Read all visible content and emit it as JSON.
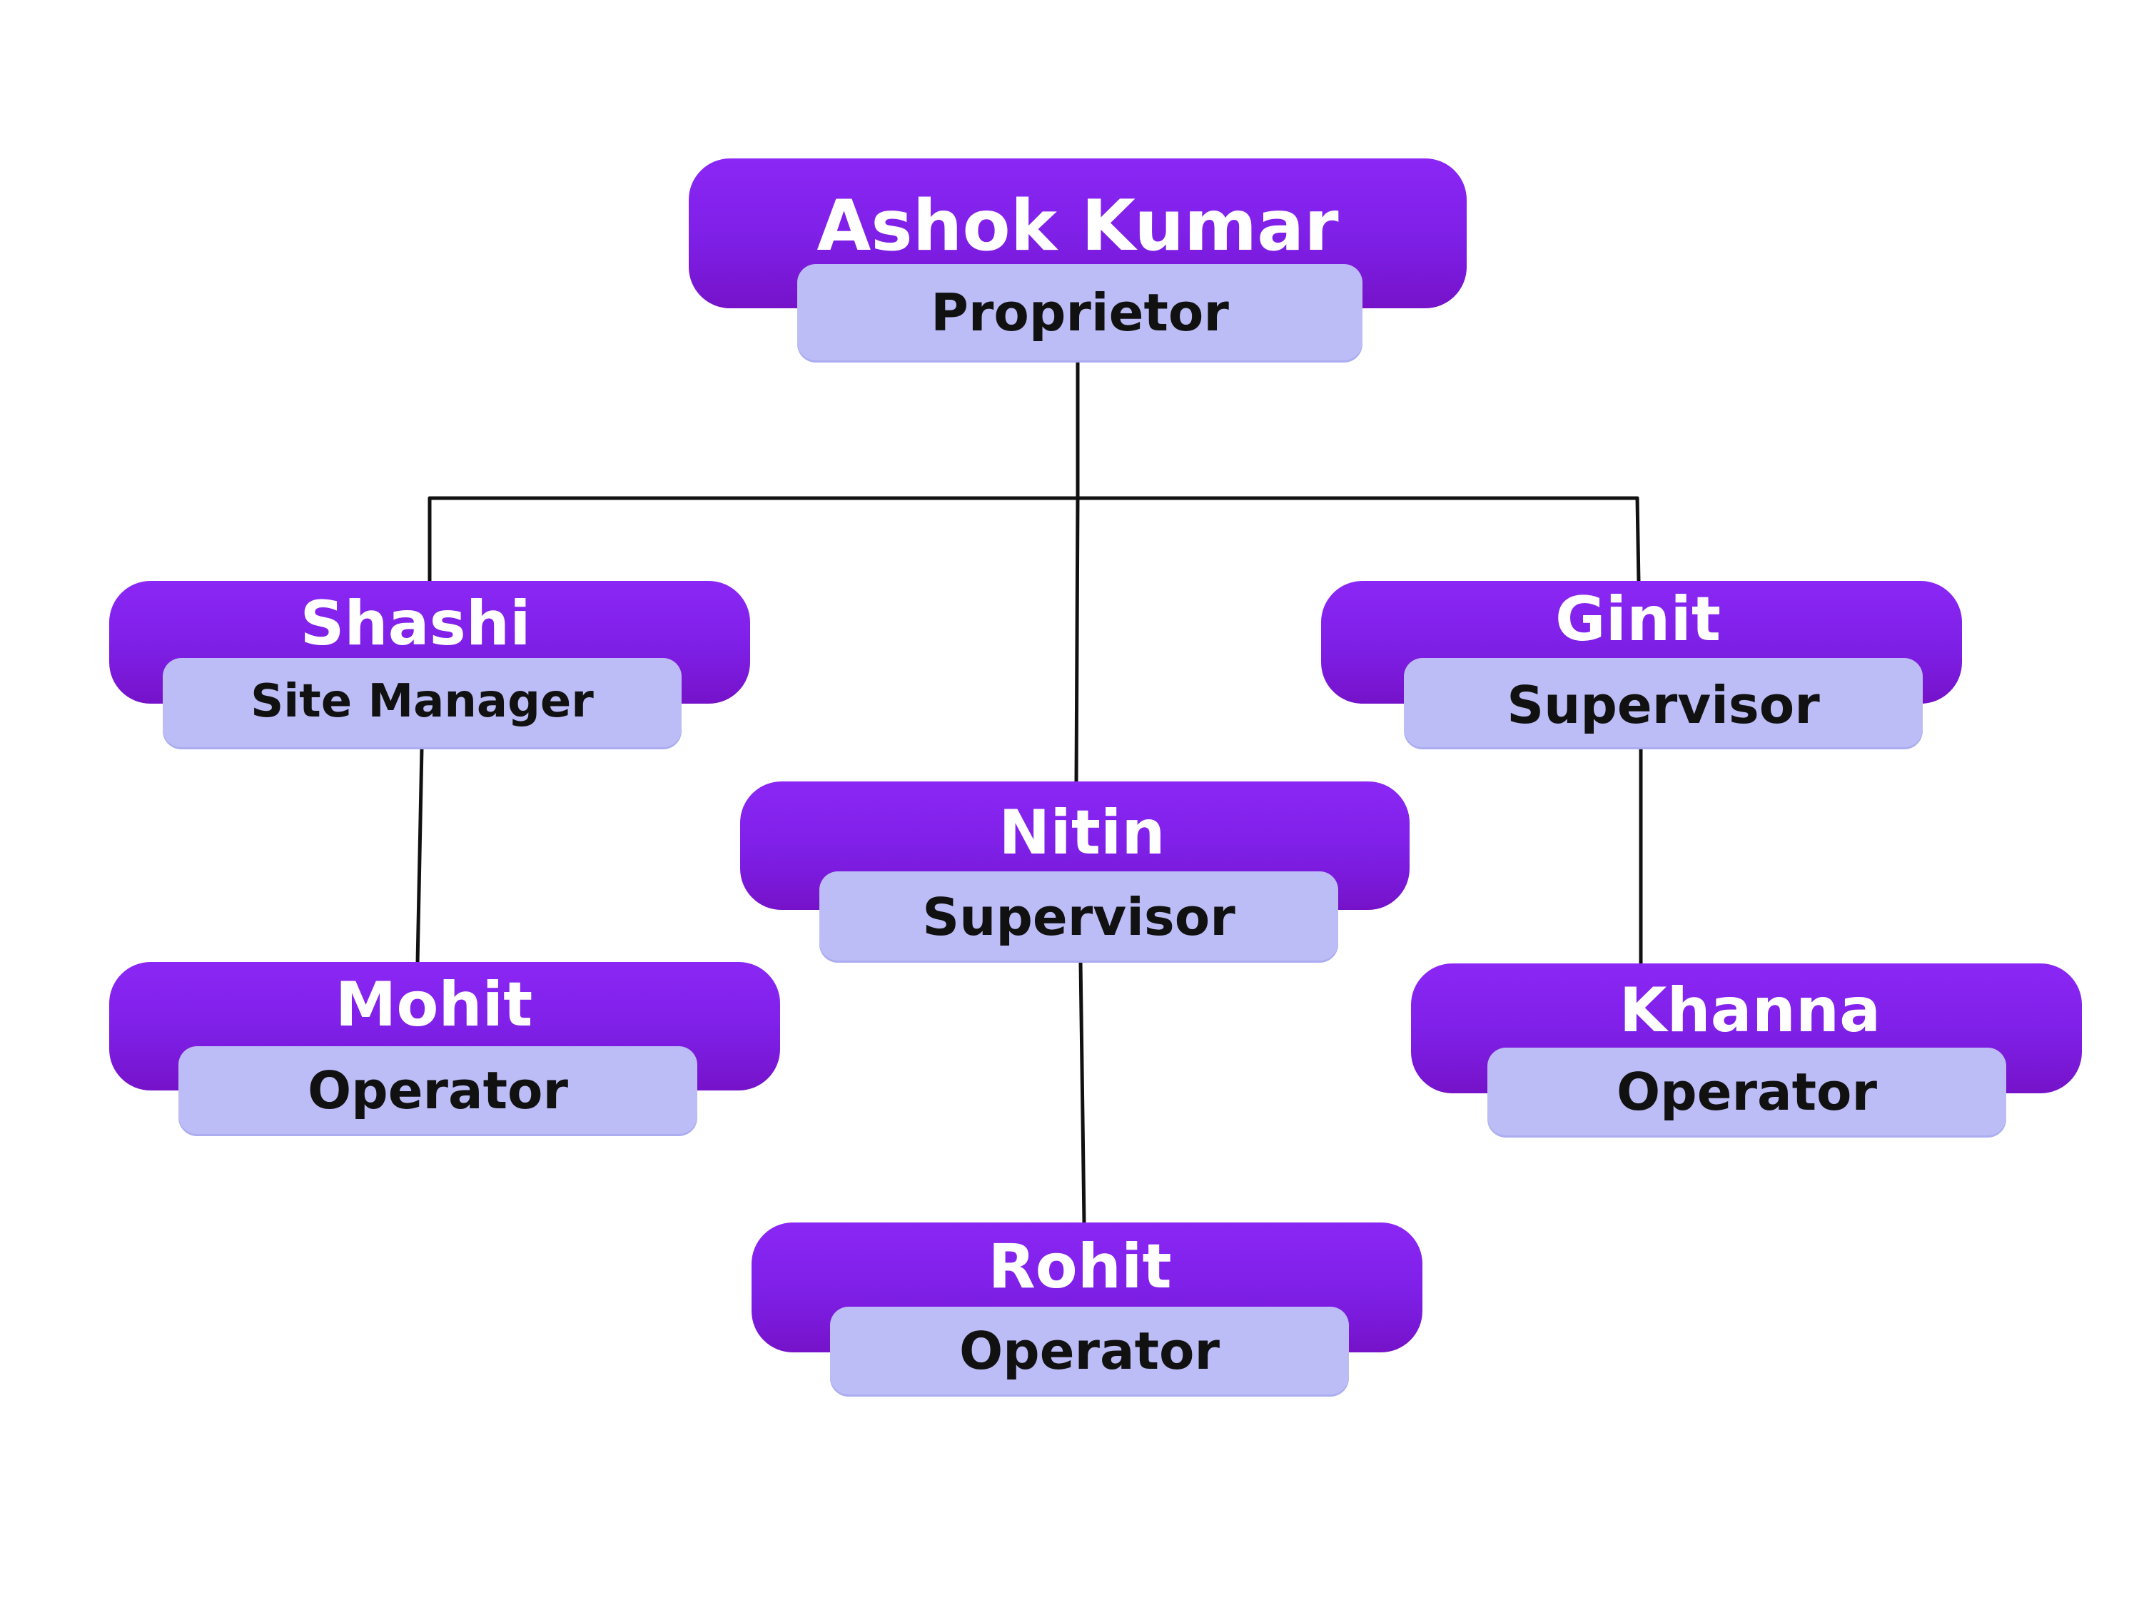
{
  "nodes": {
    "ashok": {
      "name": "Ashok Kumar",
      "role": "Proprietor"
    },
    "shashi": {
      "name": "Shashi",
      "role": "Site Manager"
    },
    "ginit": {
      "name": "Ginit",
      "role": "Supervisor"
    },
    "nitin": {
      "name": "Nitin",
      "role": "Supervisor"
    },
    "mohit": {
      "name": "Mohit",
      "role": "Operator"
    },
    "khanna": {
      "name": "Khanna",
      "role": "Operator"
    },
    "rohit": {
      "name": "Rohit",
      "role": "Operator"
    }
  },
  "colors": {
    "name_pill": "#8123ee",
    "role_pill": "#bcbdf6",
    "connector": "#111111"
  }
}
